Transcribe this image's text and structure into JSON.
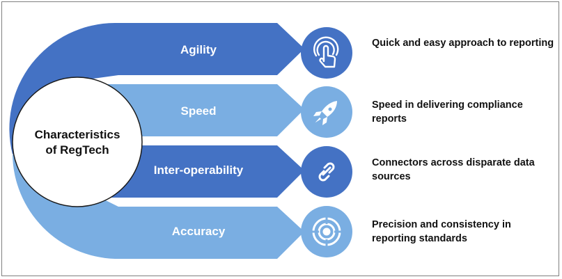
{
  "center": {
    "line1": "Characteristics",
    "line2": "of RegTech"
  },
  "items": [
    {
      "label": "Agility",
      "description": "Quick and easy approach to reporting",
      "icon": "touch-hand-icon"
    },
    {
      "label": "Speed",
      "description": "Speed in delivering compliance reports",
      "icon": "rocket-icon"
    },
    {
      "label": "Inter-operability",
      "description": "Connectors across disparate data sources",
      "icon": "link-icon"
    },
    {
      "label": "Accuracy",
      "description": "Precision and consistency in reporting standards",
      "icon": "target-icon"
    }
  ],
  "colors": {
    "dark_blue": "#4472c4",
    "light_blue": "#7aaee2",
    "text": "#111111"
  }
}
